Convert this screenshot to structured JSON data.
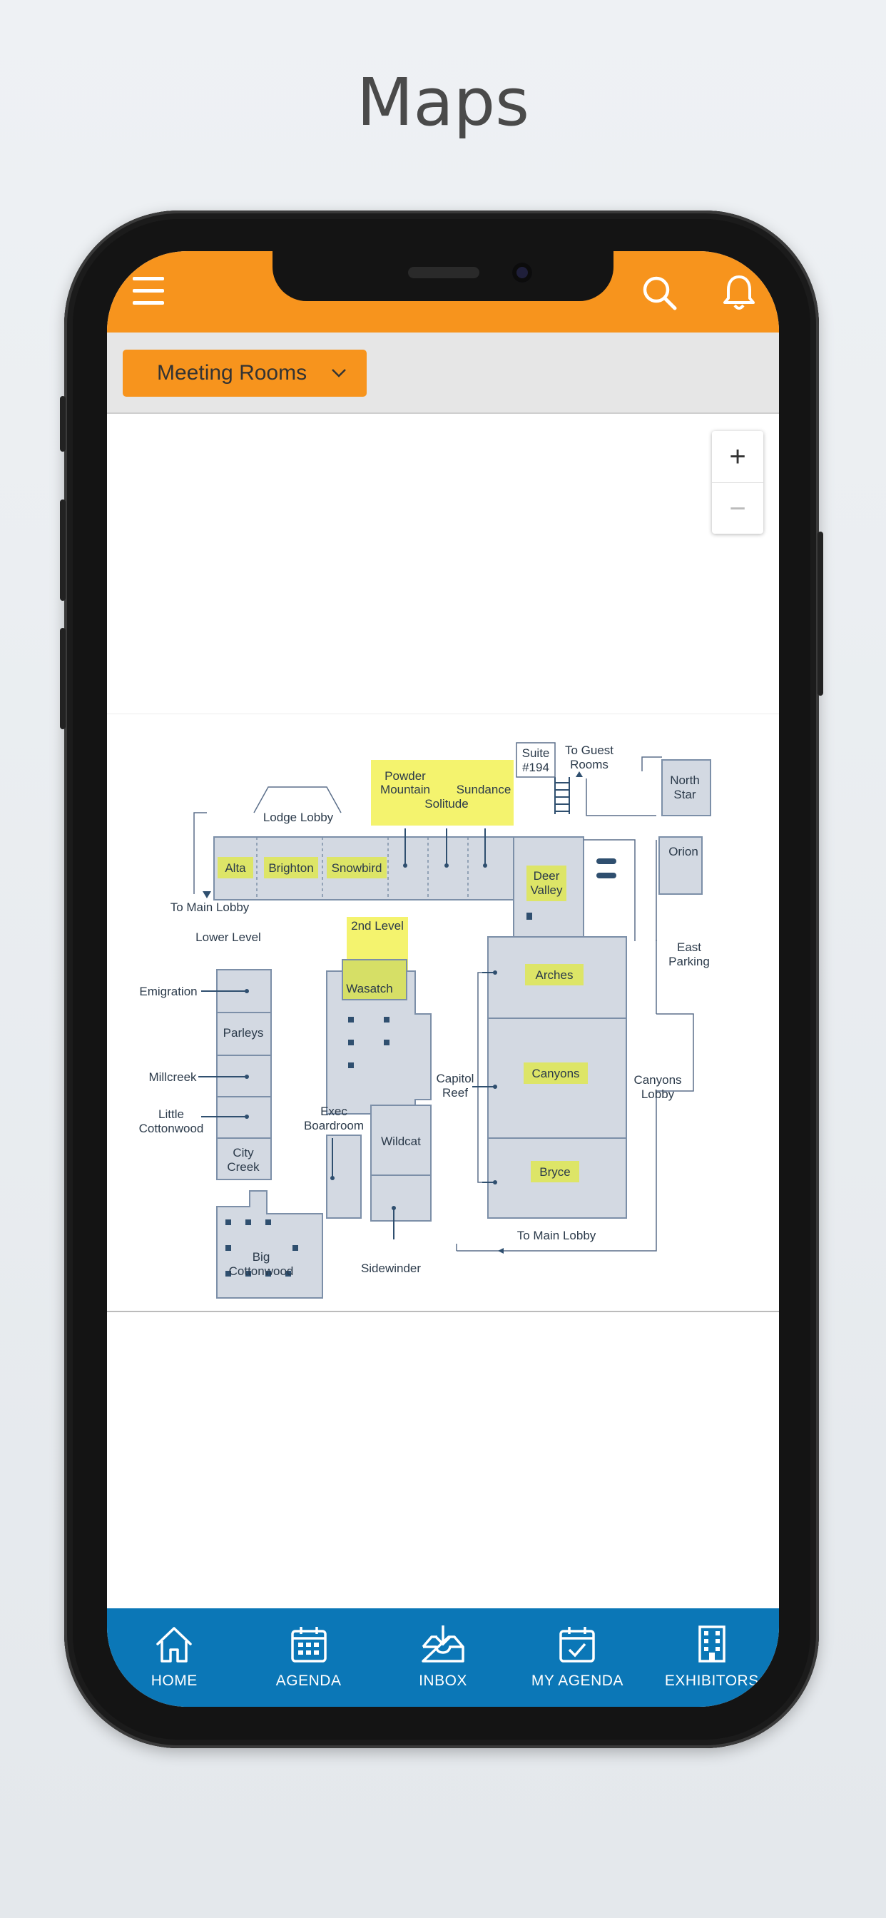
{
  "page_title": "Maps",
  "filter": {
    "selected": "Meeting Rooms"
  },
  "zoom": {
    "in_label": "+",
    "out_label": "−"
  },
  "map": {
    "rooms": {
      "alta": "Alta",
      "brighton": "Brighton",
      "snowbird": "Snowbird",
      "powder_1": "Powder",
      "powder_2": "Mountain",
      "solitude": "Solitude",
      "sundance": "Sundance",
      "suite_1": "Suite",
      "suite_2": "#194",
      "guest_1": "To Guest",
      "guest_2": "Rooms",
      "north_1": "North",
      "north_2": "Star",
      "orion": "Orion",
      "lodge_lobby": "Lodge Lobby",
      "to_main_lobby": "To Main Lobby",
      "lower_level": "Lower Level",
      "deer_1": "Deer",
      "deer_2": "Valley",
      "second_level": "2nd Level",
      "wasatch": "Wasatch",
      "east_1": "East",
      "east_2": "Parking",
      "emigration": "Emigration",
      "parleys": "Parleys",
      "millcreek": "Millcreek",
      "little_1": "Little",
      "little_2": "Cottonwood",
      "city_1": "City",
      "city_2": "Creek",
      "arches": "Arches",
      "canyons": "Canyons",
      "canyons_lobby_1": "Canyons",
      "canyons_lobby_2": "Lobby",
      "capitol_1": "Capitol",
      "capitol_2": "Reef",
      "exec_1": "Exec",
      "exec_2": "Boardroom",
      "wildcat": "Wildcat",
      "bryce": "Bryce",
      "big_1": "Big",
      "big_2": "Cottonwood",
      "sidewinder": "Sidewinder",
      "to_main_lobby_2": "To Main Lobby"
    }
  },
  "nav": [
    {
      "label": "HOME",
      "icon": "home-icon"
    },
    {
      "label": "AGENDA",
      "icon": "calendar-icon"
    },
    {
      "label": "INBOX",
      "icon": "inbox-icon"
    },
    {
      "label": "MY AGENDA",
      "icon": "calendar-check-icon"
    },
    {
      "label": "EXHIBITORS",
      "icon": "building-icon"
    }
  ],
  "colors": {
    "header": "#f7941d",
    "nav": "#0b77b7",
    "room_fill": "#d3d9e2",
    "highlight": "#f4f36e",
    "room_label": "#dde567"
  }
}
